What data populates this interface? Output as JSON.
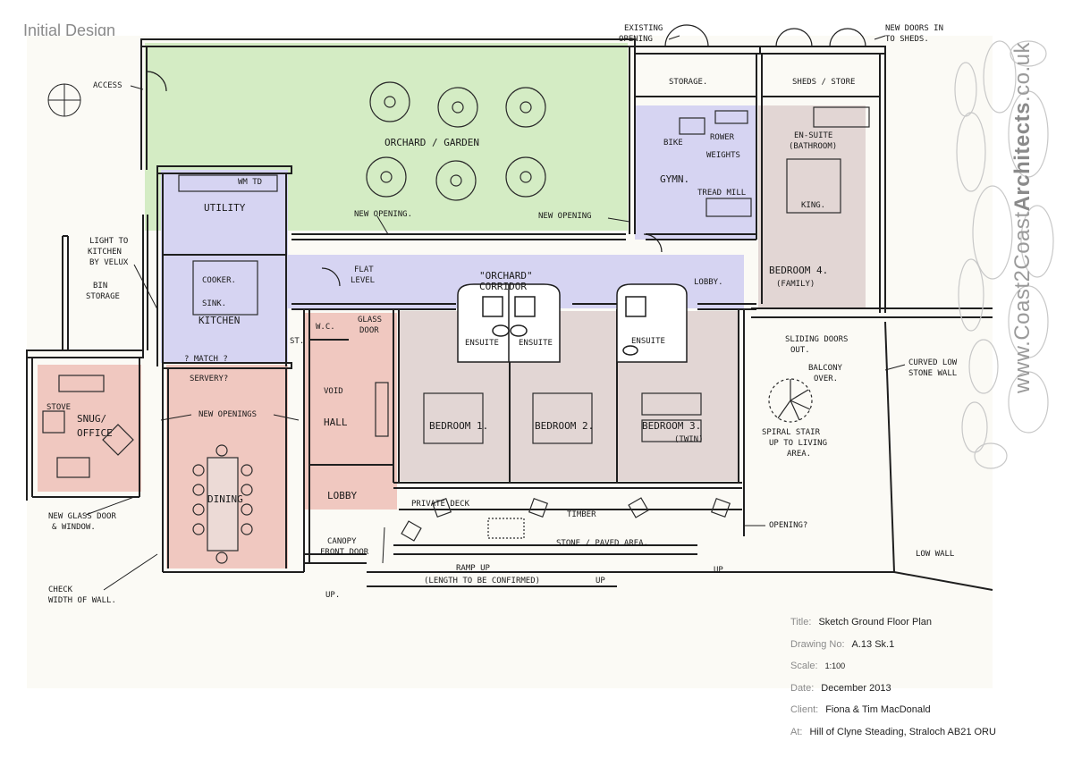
{
  "header": {
    "title": "Initial Design",
    "north": "N"
  },
  "colors": {
    "garden": "#d4ecc4",
    "service": "#d6d4f2",
    "living": "#f0c8c0",
    "bedrooms": "#e2d6d4",
    "ink": "#1f1f1f",
    "watermark": "#9a9a9a"
  },
  "rooms": {
    "orchard": "ORCHARD / GARDEN",
    "utility": "UTILITY",
    "kitchen": "KITCHEN",
    "snug": "SNUG/ OFFICE",
    "dining": "DINING",
    "hall": "HALL",
    "lobby": "LOBBY",
    "wc": "W.C.",
    "gymn": "GYMN.",
    "corridor_a": "\"ORCHARD\"",
    "corridor_b": "CORRIDOR",
    "bedroom1": "BEDROOM 1.",
    "bedroom2": "BEDROOM 2.",
    "bedroom3": "BEDROOM 3.",
    "bedroom3_sub": "(TWIN)",
    "bedroom4": "BEDROOM 4.",
    "bedroom4_sub": "(FAMILY)",
    "ensuite": "ENSUITE",
    "ensuite_bath_a": "EN-SUITE",
    "ensuite_bath_b": "(BATHROOM)",
    "storage": "STORAGE.",
    "sheds": "SHEDS / STORE",
    "bin_a": "BIN",
    "bin_b": "STORAGE",
    "lobby2": "LOBBY.",
    "serverly": "SERVERY?",
    "void": "VOID",
    "store_st": "ST."
  },
  "fixtures": {
    "cooker": "COOKER.",
    "sink": "SINK.",
    "stove": "STOVE",
    "wmtd": "WM TD",
    "bike": "BIKE",
    "rower": "ROWER",
    "weights": "WEIGHTS",
    "treadmill": "TREAD MILL",
    "king": "KING.",
    "flat_roof_a": "FLAT",
    "flat_roof_b": "LEVEL",
    "glass_door_a": "GLASS",
    "glass_door_b": "DOOR",
    "match": "? MATCH ?"
  },
  "annotations": {
    "access": "ACCESS",
    "existing_opening_a": "EXISTING",
    "existing_opening_b": "OPENING",
    "new_doors_a": "NEW DOORS IN",
    "new_doors_b": "TO SHEDS.",
    "new_opening_left": "NEW OPENING.",
    "new_opening_right": "NEW OPENING",
    "light_a": "LIGHT TO",
    "light_b": "KITCHEN",
    "light_c": "BY VELUX",
    "new_openings": "NEW OPENINGS",
    "glass_door_window_a": "NEW GLASS DOOR",
    "glass_door_window_b": "& WINDOW.",
    "check_a": "CHECK",
    "check_b": "WIDTH OF WALL.",
    "canopy": "CANOPY",
    "front_door": "FRONT DOOR",
    "up": "UP.",
    "up2": "UP",
    "private_deck": "PRIVATE DECK",
    "timber": "TIMBER",
    "stone_paved": "STONE / PAVED AREA.",
    "ramp_up": "RAMP UP",
    "ramp_length": "(LENGTH TO BE CONFIRMED)",
    "opening_q": "OPENING?",
    "sliding_a": "SLIDING DOORS",
    "sliding_b": "OUT.",
    "balcony_a": "BALCONY",
    "balcony_b": "OVER.",
    "spiral_a": "SPIRAL STAIR",
    "spiral_b": "UP TO LIVING",
    "spiral_c": "AREA.",
    "curved_wall_a": "CURVED LOW",
    "curved_wall_b": "STONE WALL",
    "low_wall": "LOW WALL"
  },
  "title_block": {
    "title_key": "Title:",
    "title": "Sketch Ground Floor Plan",
    "drawing_key": "Drawing No:",
    "drawing": "A.13 Sk.1",
    "scale_key": "Scale:",
    "scale": "1:100",
    "date_key": "Date:",
    "date": "December 2013",
    "client_key": "Client:",
    "client": "Fiona & Tim MacDonald",
    "at_key": "At:",
    "at": "Hill of Clyne Steading, Straloch AB21 ORU"
  },
  "watermark": {
    "prefix": "www.Coast2Coast",
    "bold": "Architects",
    "suffix": ".co.uk"
  }
}
